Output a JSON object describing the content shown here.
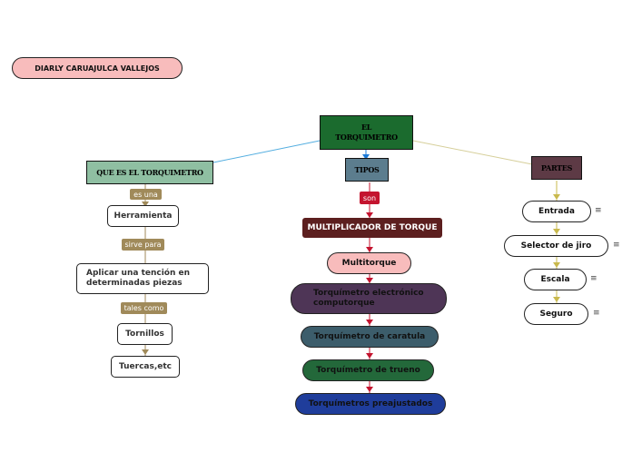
{
  "author": "DIARLY CARUAJULCA VALLEJOS",
  "root": "EL TORQUIMETRO",
  "left": {
    "title": "QUE ES EL TORQUIMETRO",
    "link1": "es una",
    "node1": "Herramienta",
    "link2": "sirve para",
    "node2": "Aplicar una tención en determinadas piezas",
    "link3": "tales como",
    "node3": "Tornillos",
    "node4": "Tuercas,etc"
  },
  "middle": {
    "title": "TIPOS",
    "link": "son",
    "node1": "MULTIPLICADOR DE TORQUE",
    "node2": "Multitorque",
    "node3": "Torquímetro electrónico computorque",
    "node4": "Torquímetro de caratula",
    "node5": "Torquímetro de trueno",
    "node6": "Torquímetros preajustados"
  },
  "right": {
    "title": "PARTES",
    "items": [
      "Entrada",
      "Selector de jiro",
      "Escala",
      "Seguro"
    ],
    "menu_glyph": "≡"
  },
  "colors": {
    "root": "#1b6b2e",
    "left_title": "#8fbfa2",
    "mid_title": "#5c7d8e",
    "right_title": "#5d3a45",
    "link_tag": "#a08a5a",
    "son_tag": "#c4142f",
    "multiplicador": "#5c1f1f",
    "multitorque": "#f8bcbc",
    "electronico": "#4e3556",
    "caratula": "#3c5d6b",
    "trueno": "#23683a",
    "preajustados": "#1f3d9b"
  }
}
